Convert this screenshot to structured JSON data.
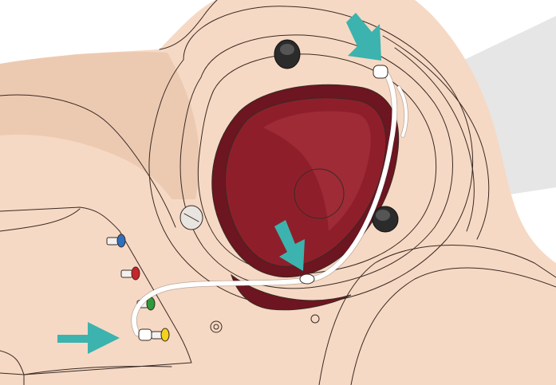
{
  "illustration": {
    "subject": "",
    "colors": {
      "skin": "#f6d9c4",
      "skin_shadow": "#eccab2",
      "outline": "#3a2a24",
      "cavity": "#8e1f2a",
      "cavity_dark": "#6d1520",
      "cavity_light": "#a8343f",
      "arrow": "#3cb3ae",
      "tube": "#ffffff",
      "background_panel": "#e6e6e6",
      "port_blue": "#2f6fc0",
      "port_red": "#c8242b",
      "port_green": "#2f9a3a",
      "port_yellow": "#f2d21c"
    },
    "callouts": [
      {
        "name": "top-arrow-icon",
        "target": "tube-top-connector"
      },
      {
        "name": "middle-arrow-icon",
        "target": "tube-cavity-entry"
      },
      {
        "name": "bottom-arrow-icon",
        "target": "tube-port-connector"
      }
    ],
    "ports": [
      {
        "name": "blue-port-icon",
        "color_key": "port_blue"
      },
      {
        "name": "red-port-icon",
        "color_key": "port_red"
      },
      {
        "name": "green-port-icon",
        "color_key": "port_green"
      },
      {
        "name": "yellow-port-icon",
        "color_key": "port_yellow"
      }
    ]
  }
}
